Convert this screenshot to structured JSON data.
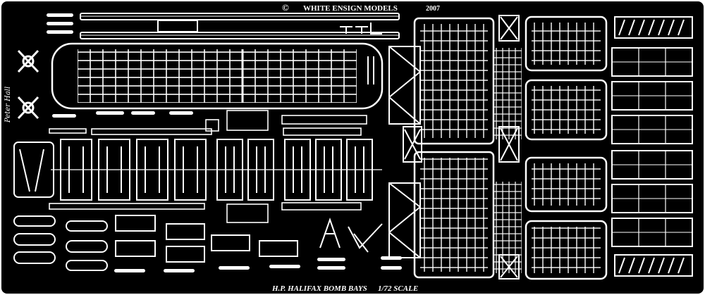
{
  "fret": {
    "copyright_symbol": "©",
    "maker": "WHITE ENSIGN MODELS",
    "year": "2007",
    "designer_signature": "Peter Hall",
    "product_title": "H.P. HALIFAX  BOMB BAYS",
    "scale": "1/72 SCALE"
  },
  "colors": {
    "background": "#000000",
    "etch": "#ffffff",
    "page": "#ffffff"
  }
}
